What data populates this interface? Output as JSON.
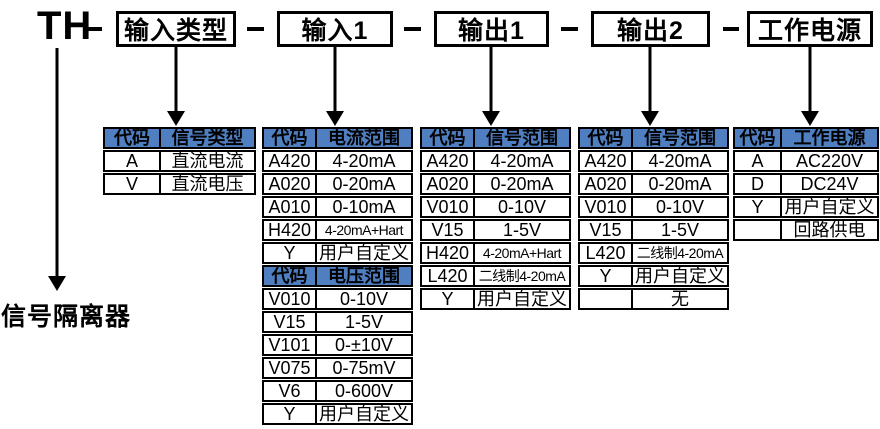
{
  "product_prefix": "TH",
  "bottom_label": "信号隔离器",
  "colors": {
    "header_bg": "#4f7fc1",
    "border": "#000000",
    "text": "#000000",
    "background": "#ffffff"
  },
  "top_boxes": [
    {
      "label": "输入类型"
    },
    {
      "label": "输入1"
    },
    {
      "label": "输出1"
    },
    {
      "label": "输出2"
    },
    {
      "label": "工作电源"
    }
  ],
  "tables": [
    {
      "id": "input-type",
      "sections": [
        {
          "header": [
            "代码",
            "信号类型"
          ],
          "rows": [
            [
              "A",
              "直流电流"
            ],
            [
              "V",
              "直流电压"
            ]
          ]
        }
      ]
    },
    {
      "id": "input-1",
      "sections": [
        {
          "header": [
            "代码",
            "电流范围"
          ],
          "rows": [
            [
              "A420",
              "4-20mA"
            ],
            [
              "A020",
              "0-20mA"
            ],
            [
              "A010",
              "0-10mA"
            ],
            [
              "H420",
              "4-20mA+Hart"
            ],
            [
              "Y",
              "用户自定义"
            ]
          ]
        },
        {
          "header": [
            "代码",
            "电压范围"
          ],
          "rows": [
            [
              "V010",
              "0-10V"
            ],
            [
              "V15",
              "1-5V"
            ],
            [
              "V101",
              "0-±10V"
            ],
            [
              "V075",
              "0-75mV"
            ],
            [
              "V6",
              "0-600V"
            ],
            [
              "Y",
              "用户自定义"
            ]
          ]
        }
      ]
    },
    {
      "id": "output-1",
      "sections": [
        {
          "header": [
            "代码",
            "信号范围"
          ],
          "rows": [
            [
              "A420",
              "4-20mA"
            ],
            [
              "A020",
              "0-20mA"
            ],
            [
              "V010",
              "0-10V"
            ],
            [
              "V15",
              "1-5V"
            ],
            [
              "H420",
              "4-20mA+Hart"
            ],
            [
              "L420",
              "二线制4-20mA"
            ],
            [
              "Y",
              "用户自定义"
            ]
          ]
        }
      ]
    },
    {
      "id": "output-2",
      "sections": [
        {
          "header": [
            "代码",
            "信号范围"
          ],
          "rows": [
            [
              "A420",
              "4-20mA"
            ],
            [
              "A020",
              "0-20mA"
            ],
            [
              "V010",
              "0-10V"
            ],
            [
              "V15",
              "1-5V"
            ],
            [
              "L420",
              "二线制4-20mA"
            ],
            [
              "Y",
              "用户自定义"
            ],
            [
              "",
              "无"
            ]
          ]
        }
      ]
    },
    {
      "id": "power-supply",
      "sections": [
        {
          "header": [
            "代码",
            "工作电源"
          ],
          "rows": [
            [
              "A",
              "AC220V"
            ],
            [
              "D",
              "DC24V"
            ],
            [
              "Y",
              "用户自定义"
            ],
            [
              "",
              "回路供电"
            ]
          ]
        }
      ]
    }
  ]
}
